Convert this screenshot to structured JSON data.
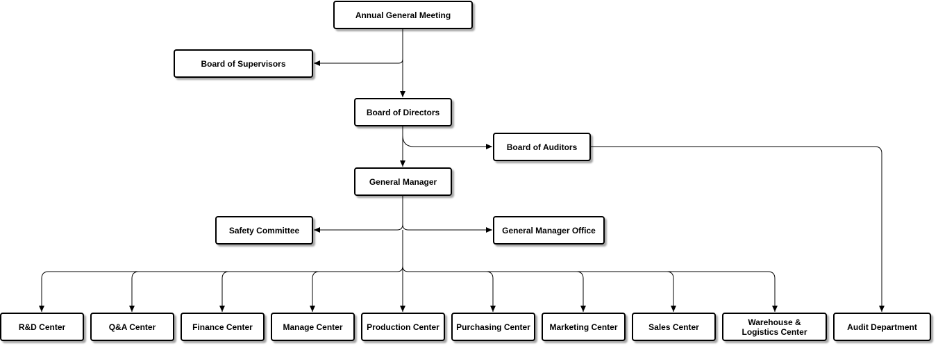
{
  "diagram": {
    "type": "org-chart",
    "colors": {
      "node_border": "#000000",
      "node_fill": "#ffffff",
      "connector": "#000000",
      "text": "#000000"
    },
    "nodes": {
      "agm": "Annual General Meeting",
      "supervisors": "Board of Supervisors",
      "directors": "Board of Directors",
      "auditors": "Board of Auditors",
      "gm": "General Manager",
      "safety": "Safety Committee",
      "gm_office": "General Manager Office",
      "rd": "R&D Center",
      "qa": "Q&A Center",
      "finance": "Finance Center",
      "manage": "Manage Center",
      "production": "Production Center",
      "purchasing": "Purchasing Center",
      "marketing": "Marketing Center",
      "sales": "Sales Center",
      "warehouse": "Warehouse & Logistics Center",
      "audit": "Audit Department"
    },
    "edges": [
      {
        "from": "agm",
        "to": "supervisors"
      },
      {
        "from": "agm",
        "to": "directors"
      },
      {
        "from": "directors",
        "to": "gm"
      },
      {
        "from": "directors",
        "to": "auditors"
      },
      {
        "from": "auditors",
        "to": "audit"
      },
      {
        "from": "gm",
        "to": "safety"
      },
      {
        "from": "gm",
        "to": "gm_office"
      },
      {
        "from": "gm",
        "to": "rd"
      },
      {
        "from": "gm",
        "to": "qa"
      },
      {
        "from": "gm",
        "to": "finance"
      },
      {
        "from": "gm",
        "to": "manage"
      },
      {
        "from": "gm",
        "to": "production"
      },
      {
        "from": "gm",
        "to": "purchasing"
      },
      {
        "from": "gm",
        "to": "marketing"
      },
      {
        "from": "gm",
        "to": "sales"
      },
      {
        "from": "gm",
        "to": "warehouse"
      }
    ]
  }
}
